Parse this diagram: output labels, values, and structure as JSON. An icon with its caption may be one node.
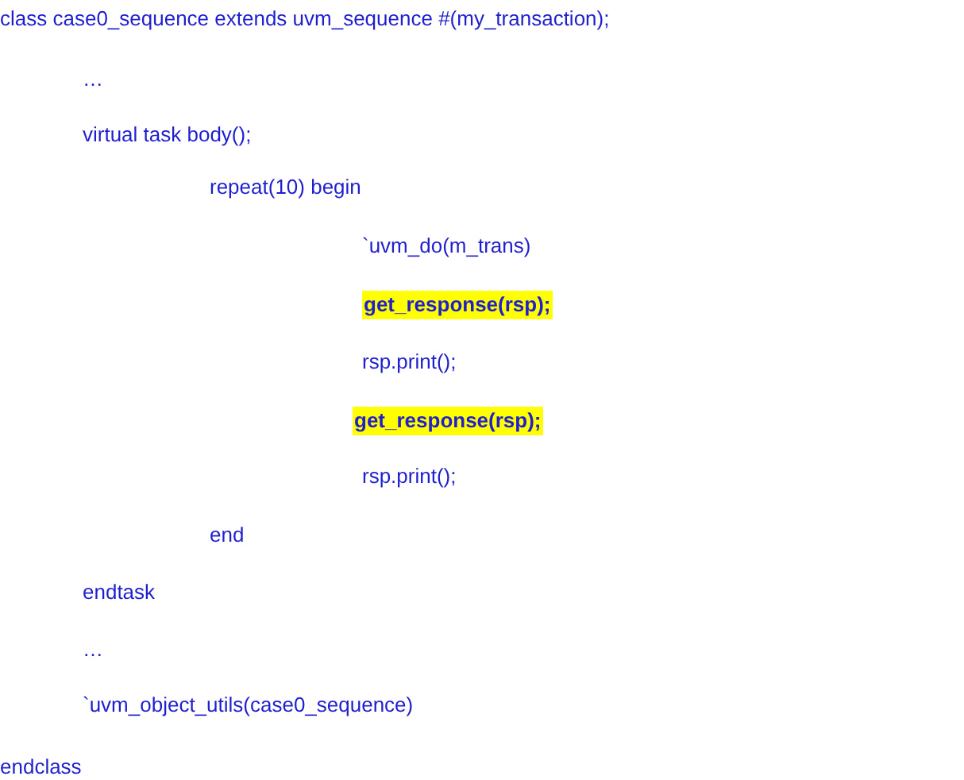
{
  "diagram": {
    "labels": [
      "class case0_sequence extends uvm_sequence #(my_transaction);",
      "…",
      "virtual task body();",
      "repeat(10) begin",
      "`uvm_do(m_trans)",
      "get_response(rsp);",
      "rsp.print();",
      "get_response(rsp);",
      "rsp.print();",
      "end",
      "endtask",
      "…",
      "`uvm_object_utils(case0_sequence)",
      "endclass"
    ]
  }
}
